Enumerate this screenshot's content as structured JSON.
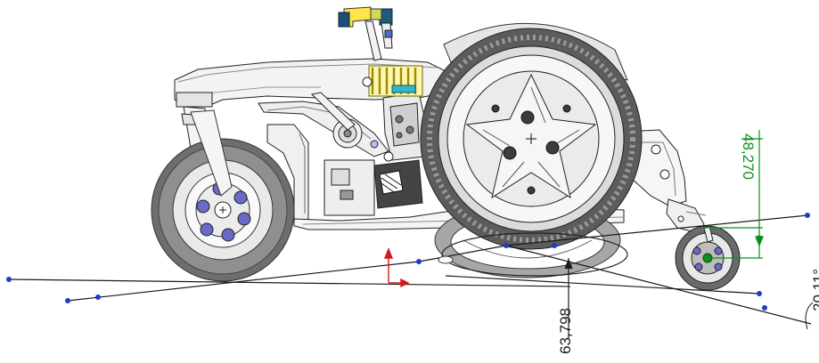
{
  "view": {
    "background": "#ffffff",
    "line_color": "#1a1a1a",
    "sketch_point_color": "#1a3ccf",
    "selected_color": "#0b8f1a",
    "origin_color": "#d11a1a"
  },
  "dimensions": {
    "offset_distance": "63,798",
    "wheel_height": "48,270",
    "slope_angle": "20,11°"
  },
  "icons": {
    "origin": "origin-triad-icon",
    "grip": "grip-handle-icon"
  }
}
